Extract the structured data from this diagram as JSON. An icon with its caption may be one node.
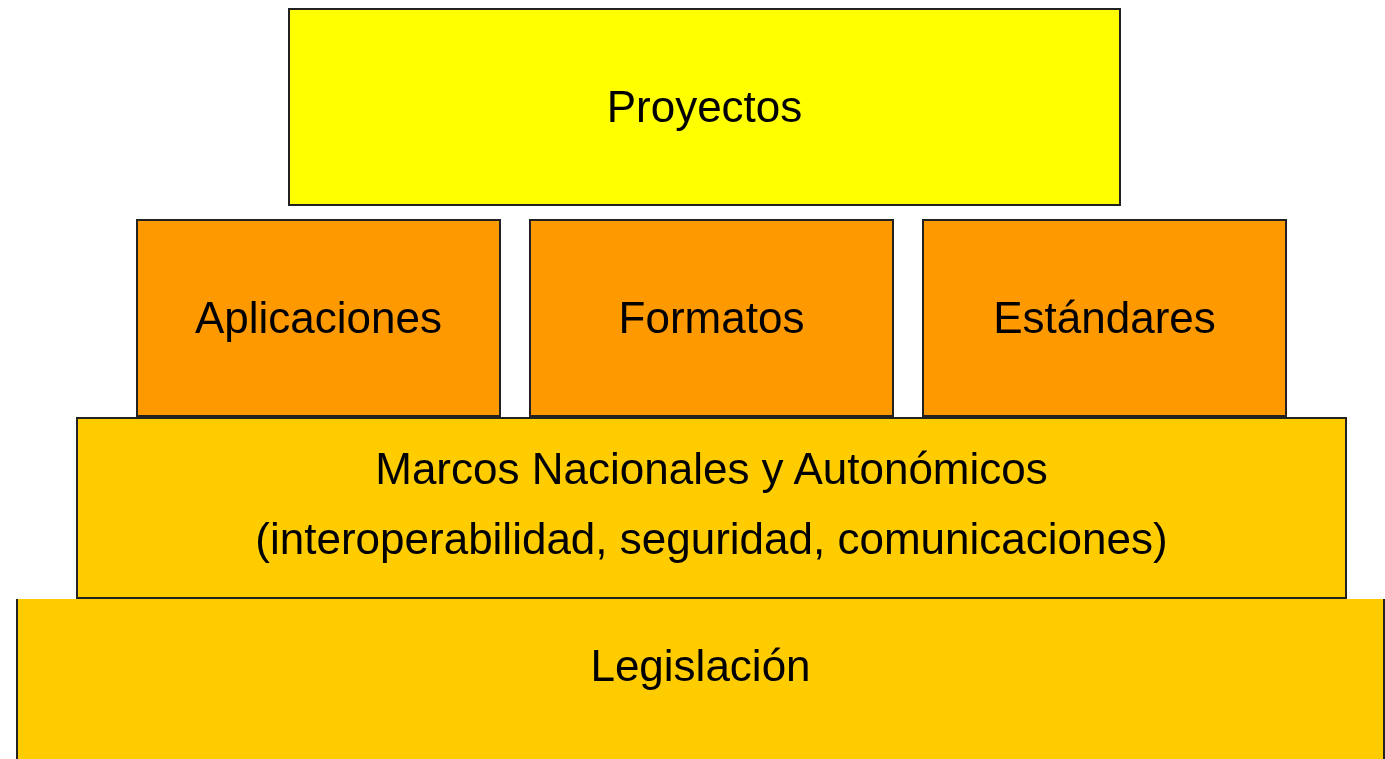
{
  "diagram": {
    "nodes": [
      {
        "text": [
          "Proyectos"
        ]
      },
      {
        "text": [
          "Aplicaciones"
        ]
      },
      {
        "text": [
          "Formatos"
        ]
      },
      {
        "text": [
          "Estándares"
        ]
      },
      {
        "text": [
          "Marcos Nacionales y Autonómicos",
          "(interoperabilidad, seguridad, comunicaciones)"
        ]
      },
      {
        "text": [
          "Legislación"
        ]
      }
    ]
  }
}
